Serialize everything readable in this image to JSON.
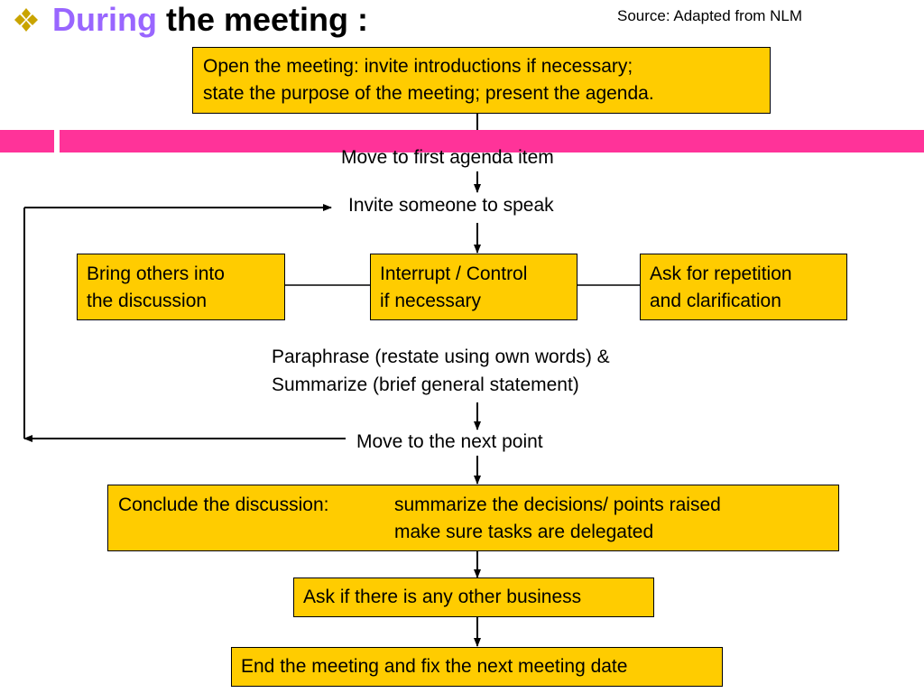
{
  "header": {
    "bullet_icon": "diamond-cluster-bullet-icon",
    "title_accent": "During",
    "title_rest": "the meeting :",
    "source": "Source: Adapted from NLM"
  },
  "flow": {
    "open_meeting": {
      "line1": "Open the meeting:  invite introductions if necessary;",
      "line2": "state the purpose of the meeting; present the agenda."
    },
    "first_item": "Move to first agenda item",
    "invite_speaker": "Invite someone to speak",
    "bring_others": {
      "line1": "Bring others into",
      "line2": "the discussion"
    },
    "interrupt": {
      "line1": "Interrupt / Control",
      "line2": "if necessary"
    },
    "ask_repetition": {
      "line1": "Ask for repetition",
      "line2": "and clarification"
    },
    "paraphrase": {
      "line1": "Paraphrase (restate using own words) &",
      "line2": "Summarize (brief general statement)"
    },
    "next_point": "Move to the next point",
    "conclude": {
      "label": "Conclude the discussion:",
      "point1": "summarize the decisions/ points raised",
      "point2": "make sure tasks are delegated"
    },
    "other_business": "Ask if there is any other business",
    "end_meeting": "End the meeting and fix the next meeting date"
  },
  "colors": {
    "box_fill": "#ffcc00",
    "accent_bar": "#ff3399",
    "title_accent": "#9966ff",
    "bullet": "#c9a400"
  }
}
